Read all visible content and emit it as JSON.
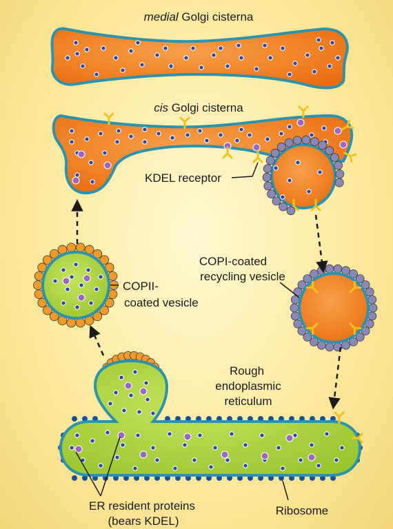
{
  "labels": {
    "medial_prefix": "medial",
    "medial_rest": " Golgi cisterna",
    "cis_prefix": "cis",
    "cis_rest": " Golgi cisterna",
    "kdel_receptor": "KDEL receptor",
    "copi_line1": "COPI-coated",
    "copi_line2": "recycling vesicle",
    "copii_line1": "COPII-",
    "copii_line2": "coated vesicle",
    "rer_line1": "Rough",
    "rer_line2": "endoplasmic",
    "rer_line3": "reticulum",
    "er_line1": "ER resident proteins",
    "er_line2": "(bears KDEL)",
    "ribosome": "Ribosome"
  },
  "colors": {
    "golgi_fill": "#f07d1e",
    "er_fill": "#a9d23a",
    "membrane": "#2a93b0",
    "copii_coat": "#f09a28",
    "copi_coat": "#8a88b8",
    "ribosome": "#1e4f95",
    "protein_small": "#2b45a8",
    "protein_kdel": "#9a68c4",
    "receptor": "#f2c21a"
  }
}
